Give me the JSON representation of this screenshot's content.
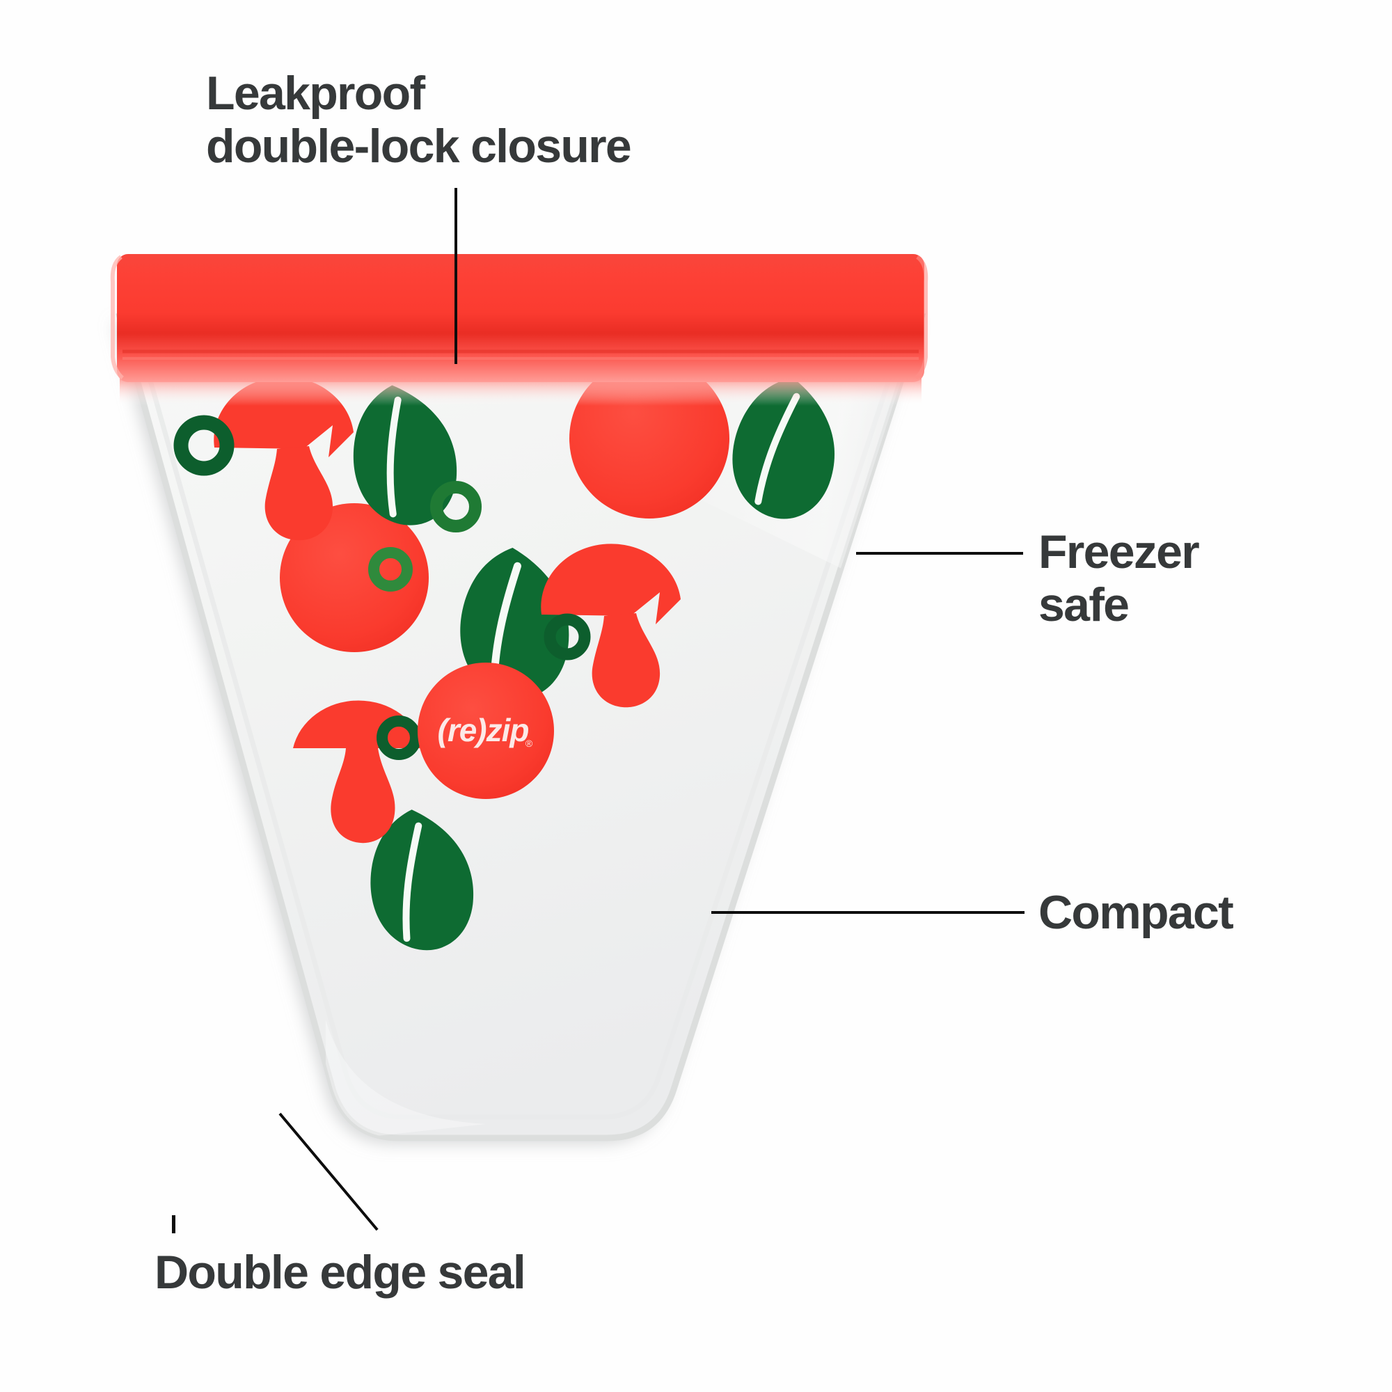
{
  "page": {
    "background_color": "#fefefe",
    "text_color": "#36393a",
    "leader_line_color": "#0d0d0d"
  },
  "product": {
    "brand": "(re)zip",
    "type": "reusable pizza slice storage bag",
    "logo_text_left": "(re)",
    "logo_text_right": "zip",
    "logo_registered_mark": "®"
  },
  "colors": {
    "red": "#fa3b2e",
    "red_zipper": "#fb4038",
    "red_zipper_dark": "#ef2f26",
    "green_leaf": "#0e6b32",
    "green_olive": "#0d5e2d",
    "bag_body": "#f4f5f4",
    "bag_edge": "#dcdddd",
    "logo_text": "#fce9e7"
  },
  "callouts": [
    {
      "id": "leakproof",
      "label": "Leakproof\ndouble-lock closure",
      "leader": "vertical"
    },
    {
      "id": "freezer",
      "label": "Freezer\nsafe",
      "leader": "horizontal"
    },
    {
      "id": "compact",
      "label": "Compact",
      "leader": "horizontal"
    },
    {
      "id": "double-edge-seal",
      "label": "Double edge seal",
      "leader": "diagonal"
    }
  ],
  "toppings": {
    "pepperoni_count": 3,
    "mushroom_count": 3,
    "basil_leaf_count": 4,
    "olive_ring_count": 5
  }
}
